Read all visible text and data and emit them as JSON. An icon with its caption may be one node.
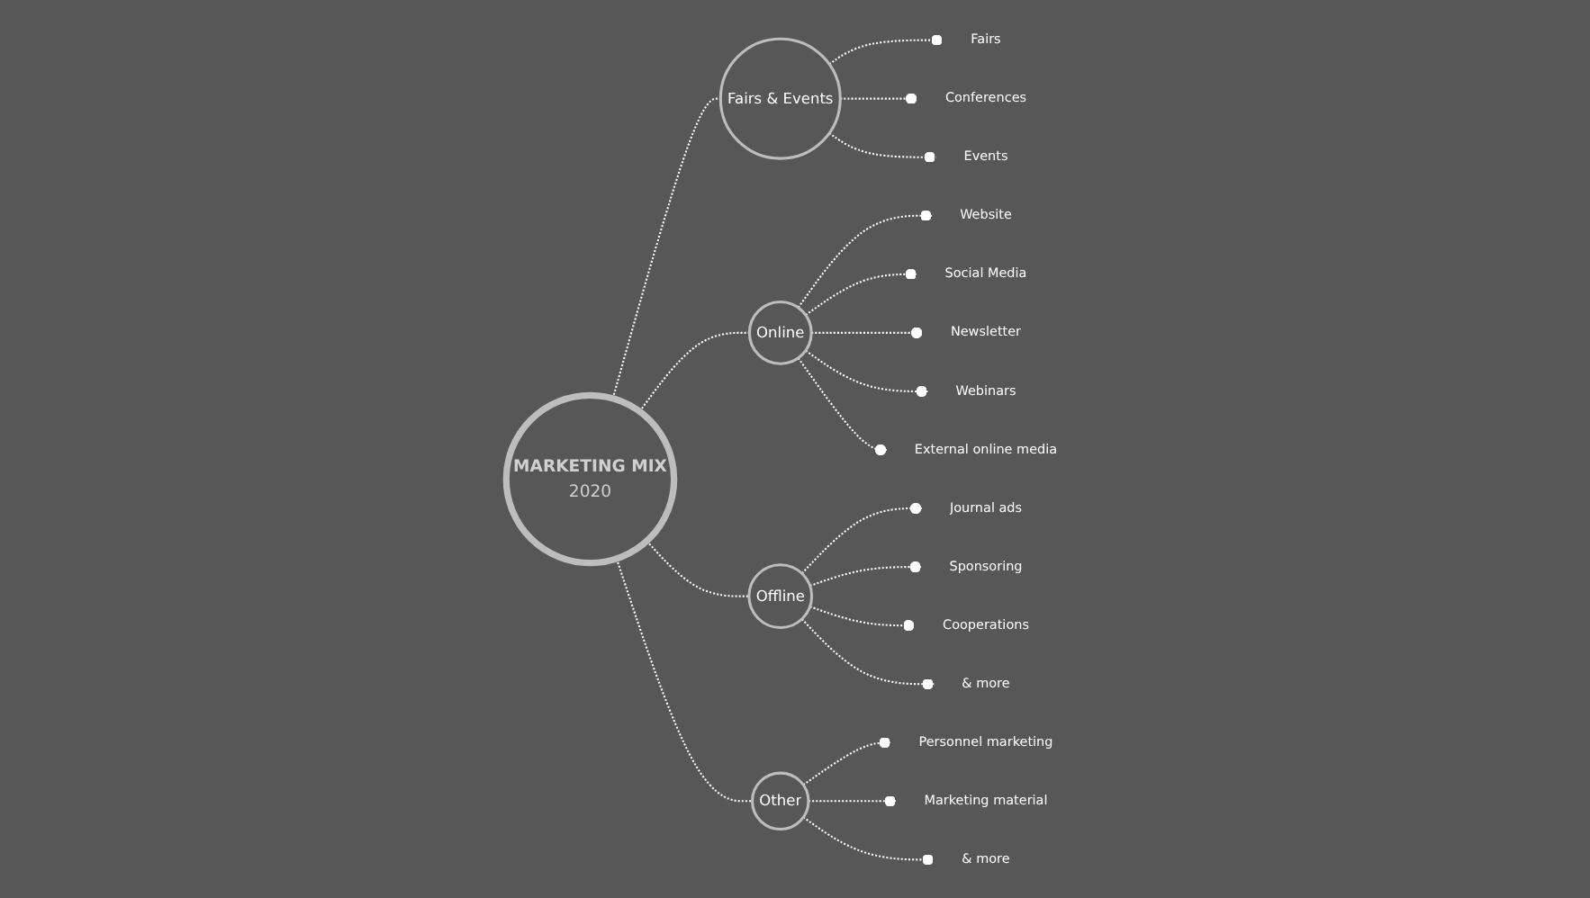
{
  "diagram": {
    "nodes": [
      {
        "text": [
          "Fairs"
        ]
      },
      {
        "text": [
          "Conferences"
        ]
      },
      {
        "text": [
          "Events"
        ]
      },
      {
        "text": [
          "Fairs & Events"
        ]
      },
      {
        "text": [
          "Website"
        ]
      },
      {
        "text": [
          "Social Media"
        ]
      },
      {
        "text": [
          "Newsletter"
        ]
      },
      {
        "text": [
          "Webinars"
        ]
      },
      {
        "text": [
          "External online media"
        ]
      },
      {
        "text": [
          "Online"
        ]
      },
      {
        "text": [
          "MARKETING MIX",
          "2020"
        ]
      },
      {
        "text": [
          "Offline"
        ]
      },
      {
        "text": [
          "Journal ads"
        ]
      },
      {
        "text": [
          "Sponsoring"
        ]
      },
      {
        "text": [
          "Cooperations"
        ]
      },
      {
        "text": [
          "& more"
        ]
      },
      {
        "text": [
          "Other"
        ]
      },
      {
        "text": [
          "Personnel marketing"
        ]
      },
      {
        "text": [
          "Marketing material"
        ]
      },
      {
        "text": [
          "& more"
        ]
      }
    ],
    "edges": [
      {
        "from": 10,
        "to": 3,
        "arrow": "none",
        "style": "dashed"
      },
      {
        "from": 10,
        "to": 9,
        "arrow": "none",
        "style": "dashed"
      },
      {
        "from": 10,
        "to": 11,
        "arrow": "none",
        "style": "dashed"
      },
      {
        "from": 10,
        "to": 16,
        "arrow": "none",
        "style": "dashed"
      },
      {
        "from": 3,
        "to": 0,
        "arrow": "other",
        "style": "dashed"
      },
      {
        "from": 3,
        "to": 1,
        "arrow": "other",
        "style": "dashed"
      },
      {
        "from": 3,
        "to": 2,
        "arrow": "other",
        "style": "dashed"
      },
      {
        "from": 9,
        "to": 4,
        "arrow": "other",
        "style": "dashed"
      },
      {
        "from": 9,
        "to": 5,
        "arrow": "other",
        "style": "dashed"
      },
      {
        "from": 9,
        "to": 6,
        "arrow": "other",
        "style": "dashed"
      },
      {
        "from": 9,
        "to": 7,
        "arrow": "other",
        "style": "dashed"
      },
      {
        "from": 9,
        "to": 8,
        "arrow": "other",
        "style": "dashed"
      },
      {
        "from": 11,
        "to": 12,
        "arrow": "other",
        "style": "dashed"
      },
      {
        "from": 11,
        "to": 13,
        "arrow": "other",
        "style": "dashed"
      },
      {
        "from": 11,
        "to": 14,
        "arrow": "other",
        "style": "dashed"
      },
      {
        "from": 11,
        "to": 15,
        "arrow": "other",
        "style": "dashed"
      },
      {
        "from": 16,
        "to": 17,
        "arrow": "other",
        "style": "dashed"
      },
      {
        "from": 16,
        "to": 18,
        "arrow": "other",
        "style": "dashed"
      },
      {
        "from": 16,
        "to": 19,
        "arrow": "other",
        "style": "dashed"
      }
    ]
  }
}
